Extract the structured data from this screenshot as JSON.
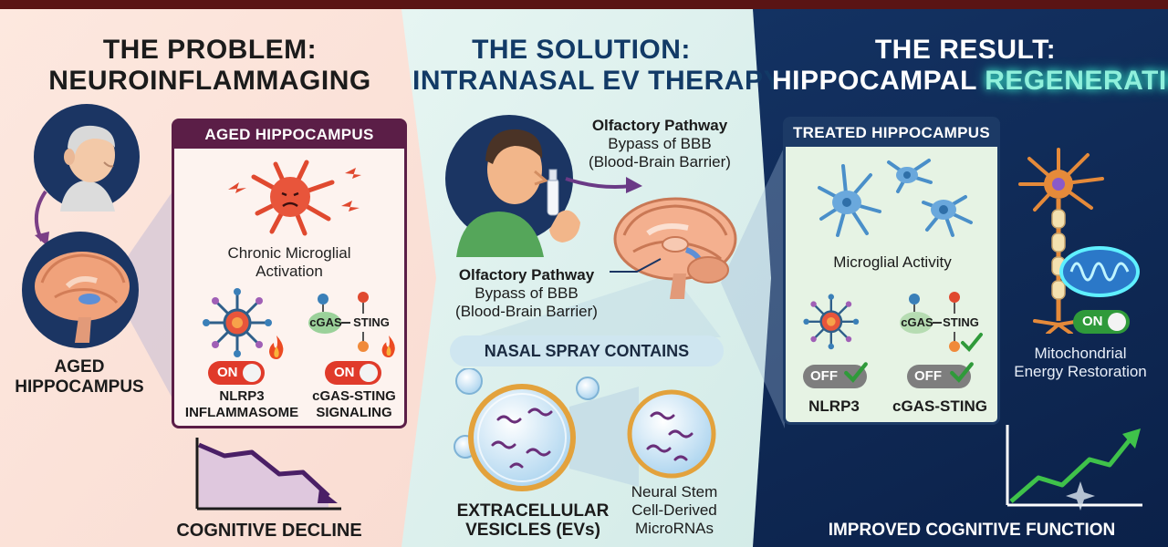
{
  "problem": {
    "title_line1": "THE PROBLEM:",
    "title_line2": "NEUROINFLAMMAGING",
    "aged_label_line1": "AGED",
    "aged_label_line2": "HIPPOCAMPUS",
    "card_title": "AGED HIPPOCAMPUS",
    "microglia_line1": "Chronic Microglial",
    "microglia_line2": "Activation",
    "nlrp3_toggle": "ON",
    "cgas_toggle": "ON",
    "cgas_chip": "cGAS",
    "sting_chip": "STING",
    "nlrp3_line1": "NLRP3",
    "nlrp3_line2": "INFLAMMASOME",
    "cgas_line1": "cGAS-STING",
    "cgas_line2": "SIGNALING",
    "decline_label": "COGNITIVE DECLINE"
  },
  "solution": {
    "title_line1": "THE SOLUTION:",
    "title_line2": "INTRANASAL EV THERAPY",
    "path_top_line1": "Olfactory Pathway",
    "path_top_line2": "Bypass of BBB",
    "path_top_line3": "(Blood-Brain Barrier)",
    "path_mid_line1": "Olfactory Pathway",
    "path_mid_line2": "Bypass of BBB",
    "path_mid_line3": "(Blood-Brain Barrier)",
    "spray_title": "NASAL SPRAY CONTAINS",
    "ev_line1": "EXTRACELLULAR",
    "ev_line2": "VESICLES (EVs)",
    "mirna_line1": "Neural Stem",
    "mirna_line2": "Cell-Derived",
    "mirna_line3": "MicroRNAs"
  },
  "result": {
    "title_line1": "THE RESULT:",
    "title_line2a": "HIPPOCAMPAL",
    "title_line2b": "REGENERATION",
    "card_title": "TREATED HIPPOCAMPUS",
    "microglia_label": "Microglial Activity",
    "nlrp3_toggle": "OFF",
    "cgas_toggle": "OFF",
    "cgas_chip": "cGAS",
    "sting_chip": "STING",
    "nlrp3_label": "NLRP3",
    "cgas_label": "cGAS-STING",
    "mito_toggle": "ON",
    "mito_line1": "Mitochondrial",
    "mito_line2": "Energy Restoration",
    "improved_label": "IMPROVED COGNITIVE FUNCTION"
  },
  "colors": {
    "problem_bg": "#fbe3db",
    "solution_bg": "#dff1ef",
    "result_bg": "#0f2a57",
    "alarm_red": "#e03a2a",
    "success_green": "#2f9a3a",
    "card_dark_purple": "#5b1e47",
    "card_dark_blue": "#1c3a66"
  },
  "icons": [
    "elderly-man-icon",
    "brain-icon",
    "microglia-icon",
    "inflammasome-icon",
    "fire-icon",
    "down-trend-chart-icon",
    "man-nasal-spray-icon",
    "extracellular-vesicle-icon",
    "neuron-icon",
    "mitochondrion-icon",
    "checkmark-icon",
    "up-trend-chart-icon"
  ]
}
